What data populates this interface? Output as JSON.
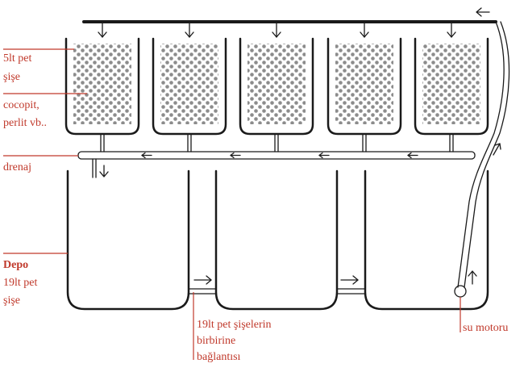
{
  "labels": {
    "bottle_5lt_line1": "5lt pet",
    "bottle_5lt_line2": "şişe",
    "medium_line1": "cocopit,",
    "medium_line2": "perlit vb..",
    "drain": "drenaj",
    "tank_title": "Depo",
    "tank_line2": "19lt pet",
    "tank_line3": "şişe",
    "connection_line1": "19lt pet şişelerin",
    "connection_line2": "birbirine",
    "connection_line3": "bağlantısı",
    "pump": "su motoru"
  },
  "colors": {
    "label": "#c0392b",
    "line": "#1a1a1a",
    "dots": "#8c8c8c",
    "background": "#ffffff"
  }
}
